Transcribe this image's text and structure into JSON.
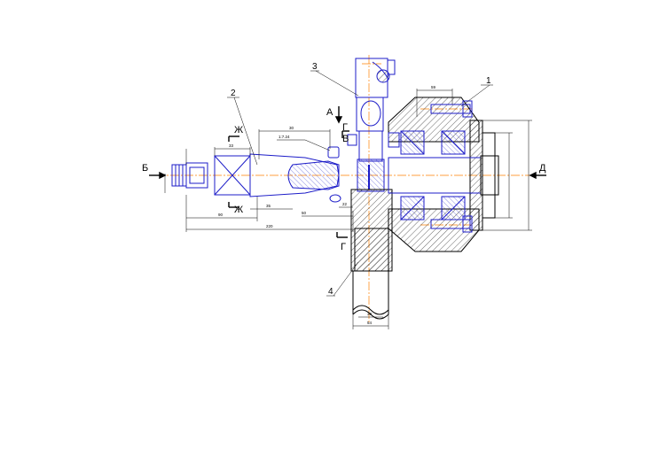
{
  "colors": {
    "outline": "#000000",
    "part": "#1c1cc8",
    "axis": "#ff8000",
    "hatch": "#000000"
  },
  "view_labels": {
    "b": "Б",
    "d": "Д",
    "a": "А",
    "v": "В",
    "g_top": "Г",
    "g_bottom": "Г",
    "zh_top": "Ж",
    "zh_bottom": "Ж"
  },
  "part_numbers": {
    "p1": "1",
    "p2": "2",
    "p3": "3",
    "p4": "4"
  },
  "dimensions": {
    "d_33": "33",
    "d_30": "30",
    "d_35": "35",
    "d_90": "90",
    "d_220": "220",
    "d_50": "50",
    "d_22": "22",
    "d_59": "59",
    "d_38": "38",
    "d_54": "54",
    "taper": "1:7.24"
  }
}
